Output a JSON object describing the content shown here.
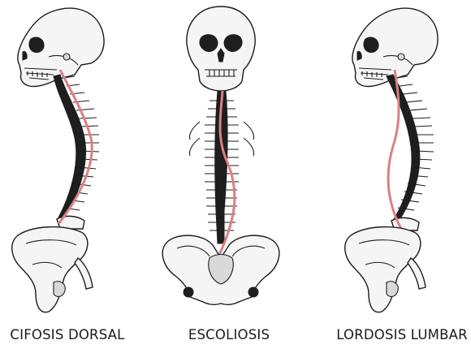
{
  "colors": {
    "curve": "#dc7f86",
    "bone_fill": "#f5f5f5",
    "outline": "#1c1c1c",
    "background": "#ffffff"
  },
  "figures": [
    {
      "id": "kyphosis",
      "label": "CIFOSIS DORSAL",
      "view": "side-left"
    },
    {
      "id": "scoliosis",
      "label": "ESCOLIOSIS",
      "view": "front"
    },
    {
      "id": "lordosis",
      "label": "LORDOSIS LUMBAR",
      "view": "side-left"
    }
  ]
}
